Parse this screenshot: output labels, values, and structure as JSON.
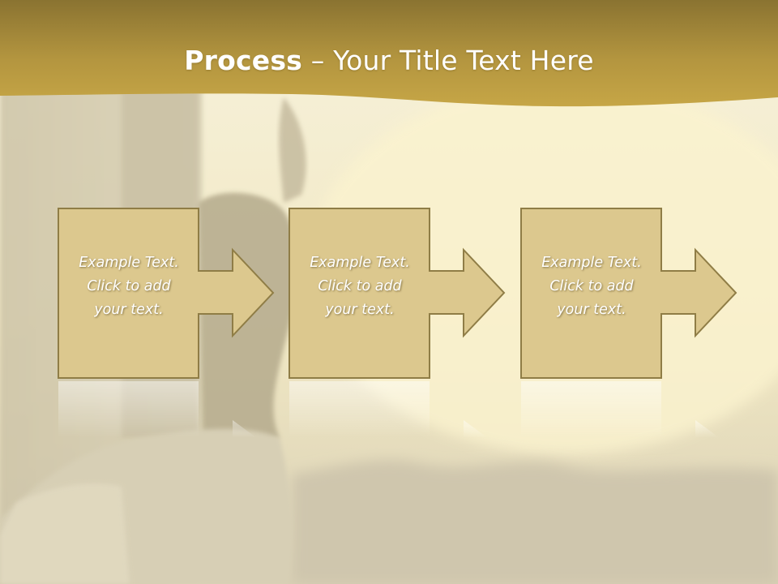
{
  "slide": {
    "title": {
      "bold": "Process",
      "rest": " – Your Title Text Here"
    },
    "steps": [
      {
        "text": "Example Text.\nClick  to add\nyour text."
      },
      {
        "text": "Example Text.\nClick  to add\nyour text."
      },
      {
        "text": "Example Text.\nClick  to add\nyour text."
      }
    ]
  },
  "colors": {
    "band_dark": "#8a7331",
    "band_light": "#c6a646",
    "box_fill": "#dcc88e",
    "box_border": "#8f7d46",
    "background": "#eae4c9"
  }
}
